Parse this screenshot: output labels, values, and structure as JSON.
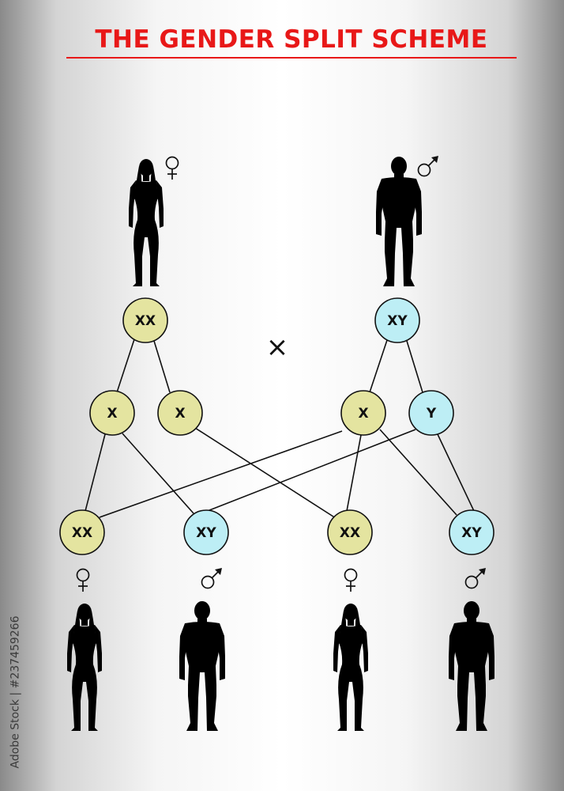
{
  "title": "THE GENDER SPLIT SCHEME",
  "cross_symbol": "×",
  "female_symbol": "♀",
  "male_symbol": "♂",
  "watermark": "Adobe Stock | #237459266",
  "colors": {
    "title": "#e81818",
    "x_node": "#e4e4a0",
    "xy_node": "#bdeef5",
    "outline": "#111111",
    "silhouette": "#000000"
  },
  "parents": {
    "mother": {
      "genotype": "XX",
      "sex": "female"
    },
    "father": {
      "genotype": "XY",
      "sex": "male"
    }
  },
  "gametes": {
    "mother": [
      "X",
      "X"
    ],
    "father": [
      "X",
      "Y"
    ]
  },
  "offspring": [
    {
      "genotype": "XX",
      "sex": "female"
    },
    {
      "genotype": "XY",
      "sex": "male"
    },
    {
      "genotype": "XX",
      "sex": "female"
    },
    {
      "genotype": "XY",
      "sex": "male"
    }
  ]
}
